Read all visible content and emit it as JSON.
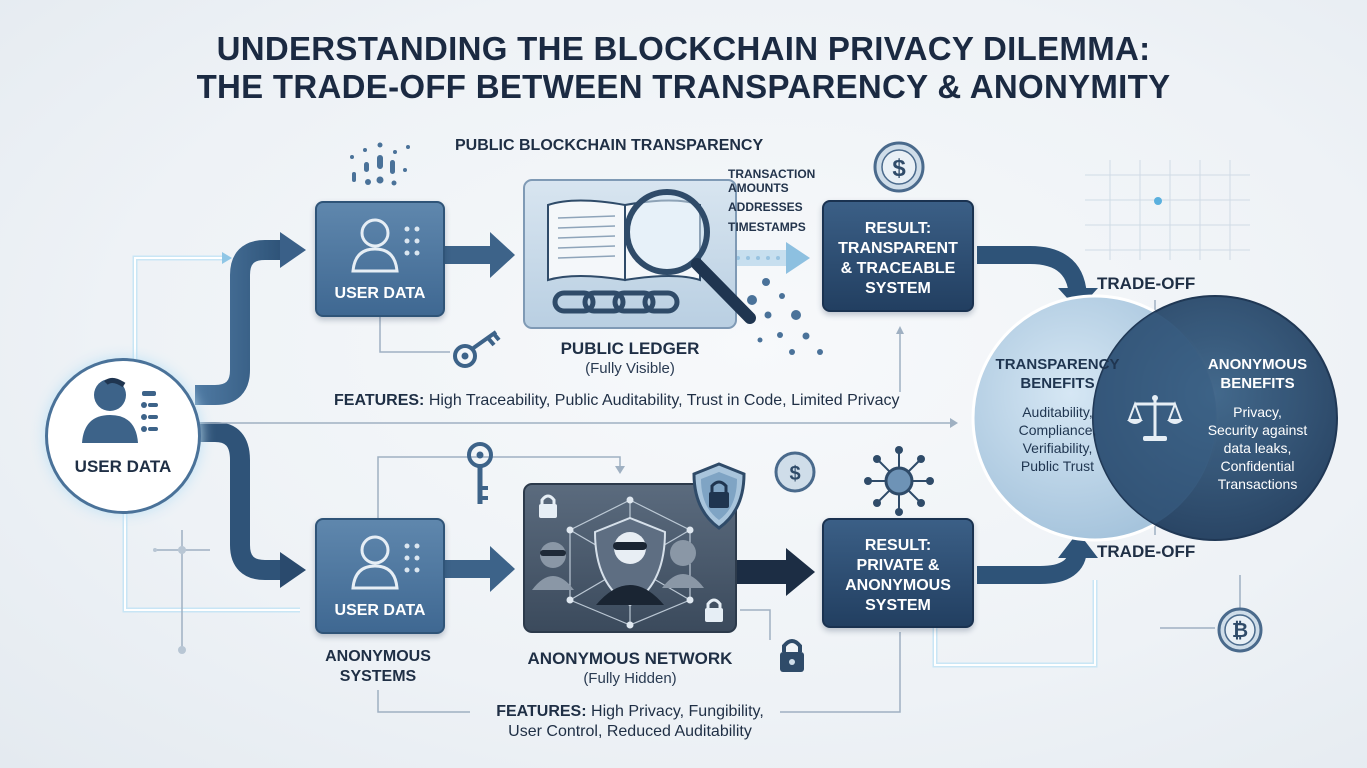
{
  "title": {
    "line1": "UNDERSTANDING THE BLOCKCHAIN PRIVACY DILEMMA:",
    "line2": "THE TRADE-OFF BETWEEN TRANSPARENCY & ANONYMITY"
  },
  "left": {
    "user_label": "USER DATA"
  },
  "top": {
    "section_title": "PUBLIC BLOCKCHAIN TRANSPARENCY",
    "user_label": "USER DATA",
    "ledger_items": [
      "TRANSACTION",
      "AMOUNTS",
      "ADDRESSES",
      "TIMESTAMPS"
    ],
    "ledger_title": "PUBLIC LEDGER",
    "ledger_sub": "(Fully Visible)",
    "result": [
      "RESULT:",
      "TRANSPARENT",
      "& TRACEABLE",
      "SYSTEM"
    ],
    "features_label": "FEATURES:",
    "features_text": " High Traceability, Public Auditability, Trust in Code, Limited Privacy"
  },
  "bottom": {
    "user_label": "USER DATA",
    "section_line1": "ANONYMOUS",
    "section_line2": "SYSTEMS",
    "network_title": "ANONYMOUS NETWORK",
    "network_sub": "(Fully Hidden)",
    "result": [
      "RESULT:",
      "PRIVATE &",
      "ANONYMOUS",
      "SYSTEM"
    ],
    "features_label": "FEATURES:",
    "features_line1": " High Privacy, Fungibility,",
    "features_line2": "User Control, Reduced Auditability"
  },
  "tradeoff": {
    "top_label": "TRADE-OFF",
    "bottom_label": "TRADE-OFF",
    "left_circle": {
      "title1": "TRANSPARENCY",
      "title2": "BENEFITS",
      "items": [
        "Auditability,",
        "Compliance,",
        "Verifiability,",
        "Public Trust"
      ]
    },
    "right_circle": {
      "title1": "ANONYMOUS",
      "title2": "BENEFITS",
      "items": [
        "Privacy,",
        "Security against",
        "data leaks,",
        "Confidential",
        "Transactions"
      ]
    }
  },
  "icons": {
    "dollar_coin": "dollar-coin-icon",
    "bitcoin_coin": "bitcoin-coin-icon",
    "scale": "balance-scale-icon",
    "key": "key-icon",
    "lock": "padlock-icon",
    "shield": "shield-lock-icon"
  },
  "colors": {
    "dark_navy": "#223f61",
    "mid_blue": "#4a7299",
    "light_blue": "#a8c6de",
    "glow": "#bfe2f5"
  }
}
